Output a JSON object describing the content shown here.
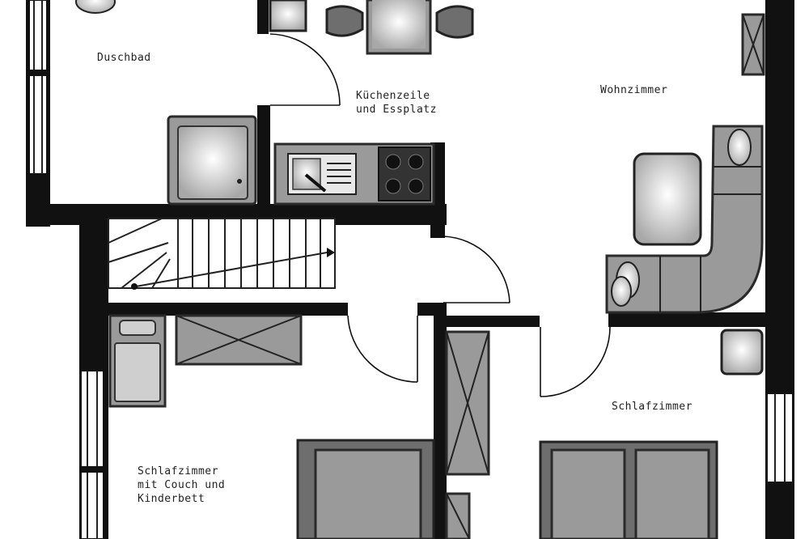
{
  "rooms": {
    "bath": "Duschbad",
    "kitchen_line1": "Küchenzeile",
    "kitchen_line2": "und Essplatz",
    "living": "Wohnzimmer",
    "bedroom_right": "Schlafzimmer",
    "bedroom_left_line1": "Schlafzimmer",
    "bedroom_left_line2": "mit Couch und",
    "bedroom_left_line3": "Kinderbett"
  },
  "colors": {
    "wall": "#111111",
    "furniture": "#9a9a9a",
    "background": "#ffffff"
  }
}
